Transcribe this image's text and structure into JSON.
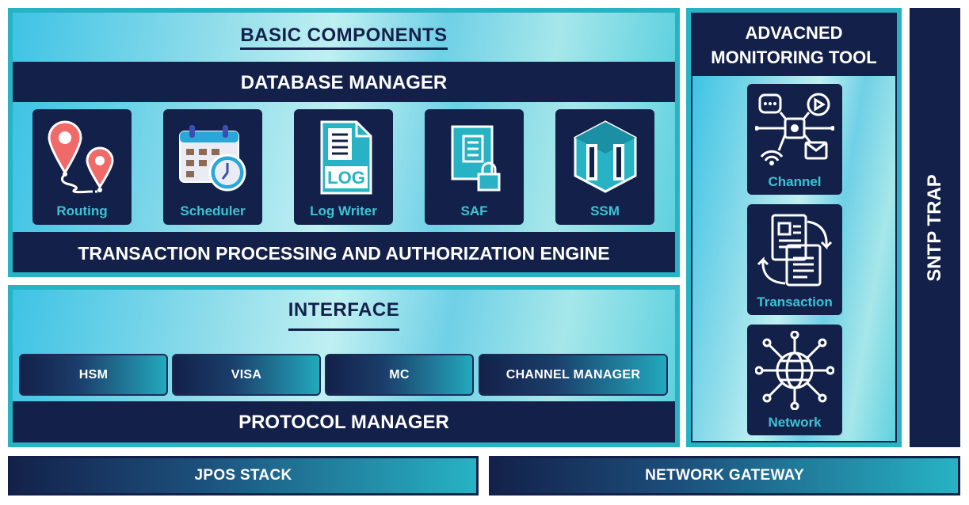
{
  "basic_components": {
    "title": "BASIC COMPONENTS",
    "database_manager": "DATABASE MANAGER",
    "engine": "TRANSACTION PROCESSING AND AUTHORIZATION ENGINE",
    "components": [
      {
        "label": "Routing",
        "icon": "routing-map-pin-icon"
      },
      {
        "label": "Scheduler",
        "icon": "scheduler-calendar-clock-icon"
      },
      {
        "label": "Log Writer",
        "icon": "log-file-icon"
      },
      {
        "label": "SAF",
        "icon": "locked-document-icon"
      },
      {
        "label": "SSM",
        "icon": "ssm-hexagon-icon"
      }
    ]
  },
  "interface": {
    "title": "INTERFACE",
    "items": [
      "HSM",
      "VISA",
      "MC",
      "CHANNEL MANAGER"
    ],
    "protocol_manager": "PROTOCOL MANAGER"
  },
  "monitoring": {
    "title_line1": "ADVACNED",
    "title_line2": "MONITORING TOOL",
    "items": [
      {
        "label": "Channel",
        "icon": "channel-hub-icon"
      },
      {
        "label": "Transaction",
        "icon": "transaction-exchange-icon"
      },
      {
        "label": "Network",
        "icon": "network-globe-icon"
      }
    ]
  },
  "sntp_trap": "SNTP TRAP",
  "bottom": {
    "jpos_stack": "JPOS STACK",
    "network_gateway": "NETWORK GATEWAY"
  },
  "colors": {
    "navy": "#13214a",
    "teal": "#27b3c3",
    "accent_label": "#3ec3d4",
    "pin_red": "#f06a6a"
  }
}
